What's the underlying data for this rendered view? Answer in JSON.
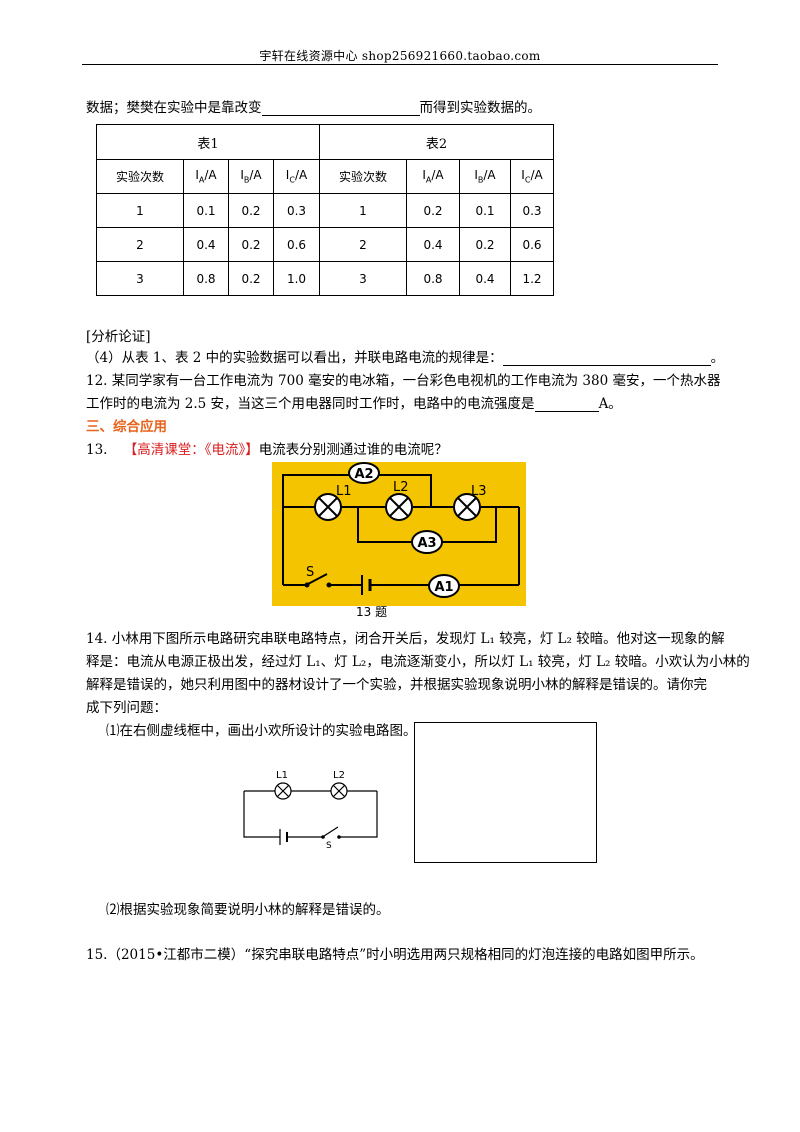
{
  "header": {
    "text": "宇轩在线资源中心   shop256921660.taobao.com"
  },
  "line_data": {
    "prefix": "数据；樊樊在实验中是靠改变",
    "suffix": "而得到实验数据的。"
  },
  "tables": {
    "table1_title": "表1",
    "table2_title": "表2",
    "col_trial": "实验次数",
    "col_ia": "I",
    "col_ia_sub": "A",
    "col_ib": "I",
    "col_ib_sub": "B",
    "col_ic": "I",
    "col_ic_sub": "C",
    "unit": "/A",
    "table1_rows": [
      [
        "1",
        "0.1",
        "0.2",
        "0.3"
      ],
      [
        "2",
        "0.4",
        "0.2",
        "0.6"
      ],
      [
        "3",
        "0.8",
        "0.2",
        "1.0"
      ]
    ],
    "table2_rows": [
      [
        "1",
        "0.2",
        "0.1",
        "0.3"
      ],
      [
        "2",
        "0.4",
        "0.2",
        "0.6"
      ],
      [
        "3",
        "0.8",
        "0.4",
        "1.2"
      ]
    ]
  },
  "analysis": {
    "heading": "[分析论证]",
    "q4_prefix": "（4）从表 1、表 2 中的实验数据可以看出，并联电路电流的规律是：",
    "q4_suffix": "。"
  },
  "q12": {
    "line1": "12. 某同学家有一台工作电流为 700 毫安的电冰箱，一台彩色电视机的工作电流为 380 毫安，一个热水器",
    "line2_prefix": "工作时的电流为 2.5 安，当这三个用电器同时工作时，电路中的电流强度是",
    "line2_suffix": "A。"
  },
  "section3": {
    "title": "三、综合应用"
  },
  "q13": {
    "number": "13.",
    "tag": "【高清课堂：《电流》】",
    "text": "电流表分别测通过谁的电流呢？",
    "caption": "13 题",
    "labels": {
      "a1": "A1",
      "a2": "A2",
      "a3": "A3",
      "l1": "L1",
      "l2": "L2",
      "l3": "L3",
      "s": "S"
    },
    "bg_color": "#f5c400"
  },
  "q14": {
    "line1": "14.   小林用下图所示电路研究串联电路特点，闭合开关后，发现灯 L₁ 较亮，灯 L₂ 较暗。他对这一现象的解",
    "line2": "释是：电流从电源正极出发，经过灯 L₁、灯 L₂，电流逐渐变小，所以灯 L₁ 较亮，灯 L₂ 较暗。小欢认为小林的",
    "line3": "解释是错误的，她只利用图中的器材设计了一个实验，并根据实验现象说明小林的解释是错误的。请你完",
    "line4": "成下列问题：",
    "sub1": "⑴在右侧虚线框中，画出小欢所设计的实验电路图。",
    "sub2": "⑵根据实验现象简要说明小林的解释是错误的。",
    "labels": {
      "l1": "L1",
      "l2": "L2",
      "s": "S"
    }
  },
  "q15": {
    "text": "15.（2015•江都市二模）“探究串联电路特点”时小明选用两只规格相同的灯泡连接的电路如图甲所示。"
  }
}
